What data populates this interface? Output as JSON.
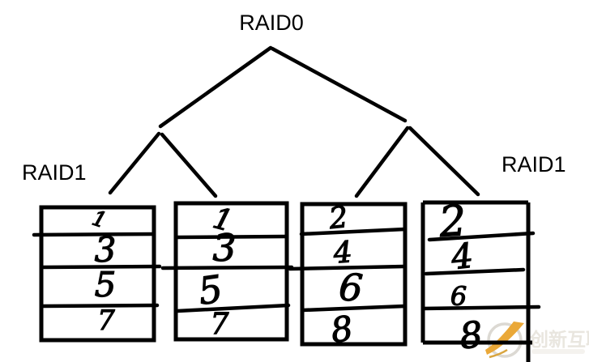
{
  "diagram": {
    "root_label": "RAID0",
    "left_group_label": "RAID1",
    "right_group_label": "RAID1"
  },
  "disks": [
    {
      "blocks": [
        "1",
        "3",
        "5",
        "7"
      ]
    },
    {
      "blocks": [
        "1",
        "3",
        "5",
        "7"
      ]
    },
    {
      "blocks": [
        "2",
        "4",
        "6",
        "8"
      ]
    },
    {
      "blocks": [
        "2",
        "4",
        "6",
        "8"
      ]
    }
  ],
  "watermark": {
    "brand_text": "创新互联"
  },
  "colors": {
    "ink": "#000000",
    "background": "#ffffff",
    "watermark_text": "#e9e6df",
    "watermark_logo_yellow": "#eaa838",
    "watermark_logo_ring_gray": "#dcd9d3"
  }
}
